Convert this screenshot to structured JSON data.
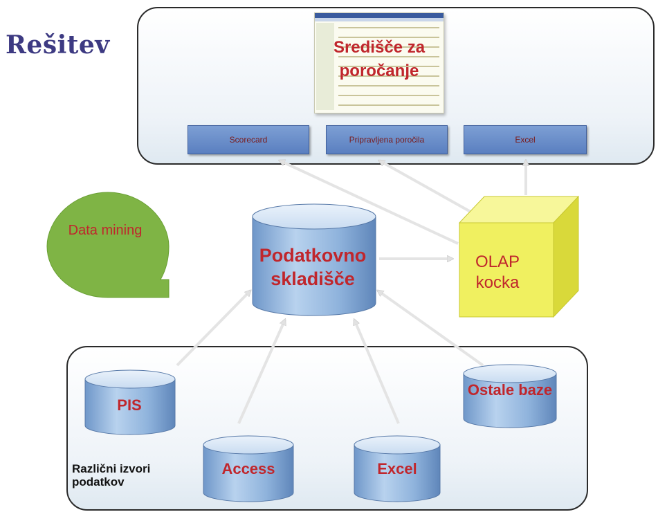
{
  "title": "Rešitev",
  "report_hub": {
    "label": "Središče za poročanje",
    "buttons": [
      "Scorecard",
      "Pripravljena poročila",
      "Excel"
    ]
  },
  "data_mining": {
    "label": "Data mining"
  },
  "data_warehouse": {
    "label": "Podatkovno skladišče"
  },
  "olap": {
    "label": "OLAP kocka"
  },
  "sources": {
    "label": "Različni izvori podatkov",
    "items": [
      "PIS",
      "Access",
      "Excel",
      "Ostale baze"
    ]
  },
  "colors": {
    "title": "#3d3a82",
    "label_red": "#c0262c",
    "cylinder_blue": "#8fb3dc",
    "cube_yellow": "#f0f060",
    "blob_green": "#7fb445",
    "button_blue": "#6b8fcc"
  }
}
